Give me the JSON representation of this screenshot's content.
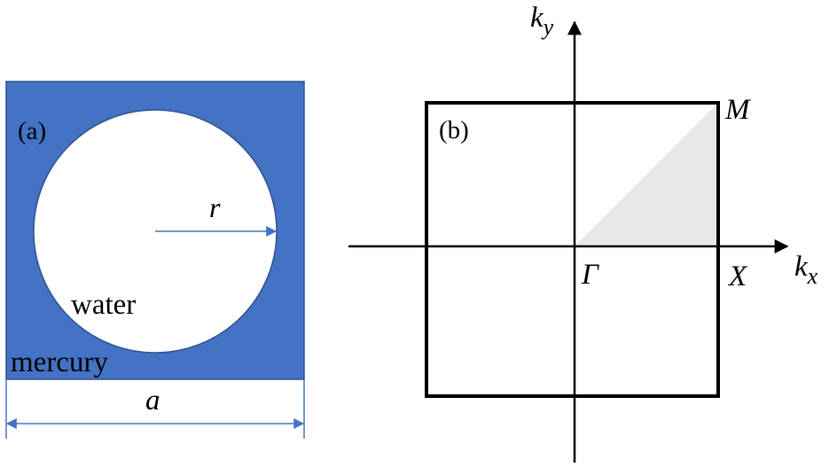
{
  "panel_a": {
    "label": "(a)",
    "radius_label": "r",
    "inner_material": "water",
    "outer_material": "mercury",
    "lattice_constant_label": "a",
    "colors": {
      "fill": "#4472c4",
      "inclusion": "#ffffff",
      "arrow": "#4472c4",
      "dimension": "#4472c4"
    }
  },
  "panel_b": {
    "label": "(b)",
    "axis_x_label": "k",
    "axis_x_subscript": "x",
    "axis_y_label": "k",
    "axis_y_subscript": "y",
    "point_gamma": "Γ",
    "point_x": "X",
    "point_m": "M",
    "colors": {
      "zone": "#e8e8e8",
      "line": "#000000"
    }
  }
}
